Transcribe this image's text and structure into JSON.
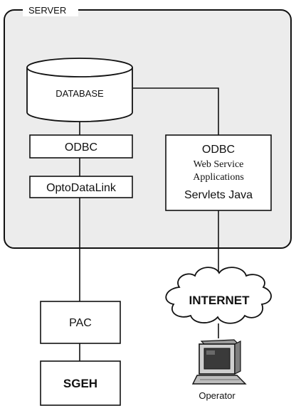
{
  "server": {
    "label": "SERVER"
  },
  "database": {
    "label": "DATABASE"
  },
  "odbc_box": {
    "label": "ODBC"
  },
  "optodatalink_box": {
    "label": "OptoDataLink"
  },
  "web_box": {
    "line1": "ODBC",
    "line2": "Web Service",
    "line3": "Applications",
    "line4": "Servlets Java"
  },
  "internet": {
    "label": "INTERNET"
  },
  "pac_box": {
    "label": "PAC"
  },
  "sgeh_box": {
    "label": "SGEH"
  },
  "operator": {
    "label": "Operator",
    "icon": "computer-terminal-icon"
  },
  "colors": {
    "server_fill": "#ececec",
    "box_fill": "#ffffff",
    "stroke": "#111111"
  }
}
